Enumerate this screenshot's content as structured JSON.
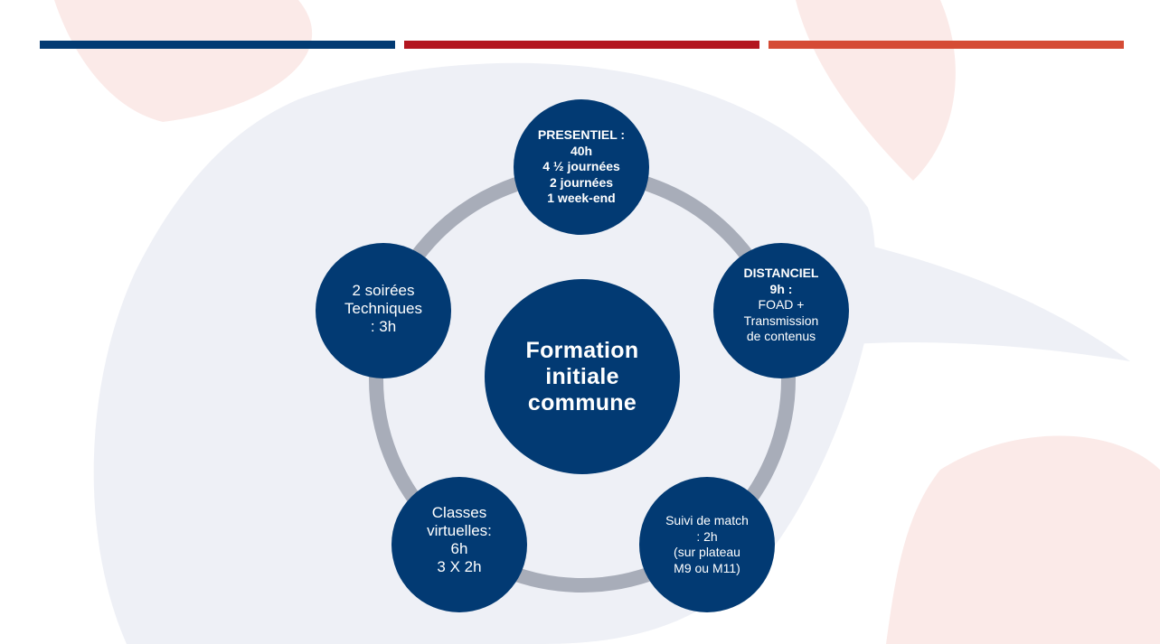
{
  "colors": {
    "blue": "#023a73",
    "red": "#b3151f",
    "orange": "#d54b35",
    "ring": "#a8adb9",
    "watermark_light": "#eef0f6",
    "watermark_pink": "#fbeae8"
  },
  "header_bars": [
    "blue",
    "red",
    "orange"
  ],
  "center": {
    "lines": [
      "Formation",
      "initiale",
      "commune"
    ]
  },
  "nodes": [
    {
      "id": "presentiel",
      "lines": [
        "PRESENTIEL :",
        "40h",
        "4 ½ journées",
        "2 journées",
        "1 week-end"
      ]
    },
    {
      "id": "distanciel",
      "lines": [
        "DISTANCIEL",
        "9h :",
        "FOAD +",
        "Transmission",
        "de contenus"
      ]
    },
    {
      "id": "suivi-match",
      "lines": [
        "Suivi de match",
        ": 2h",
        "(sur plateau",
        "M9 ou M11)"
      ]
    },
    {
      "id": "classes-virtuelles",
      "lines": [
        "Classes",
        "virtuelles:",
        "6h",
        "3 X 2h"
      ]
    },
    {
      "id": "soirees-techniques",
      "lines": [
        "2 soirées",
        "Techniques",
        ": 3h"
      ]
    }
  ]
}
